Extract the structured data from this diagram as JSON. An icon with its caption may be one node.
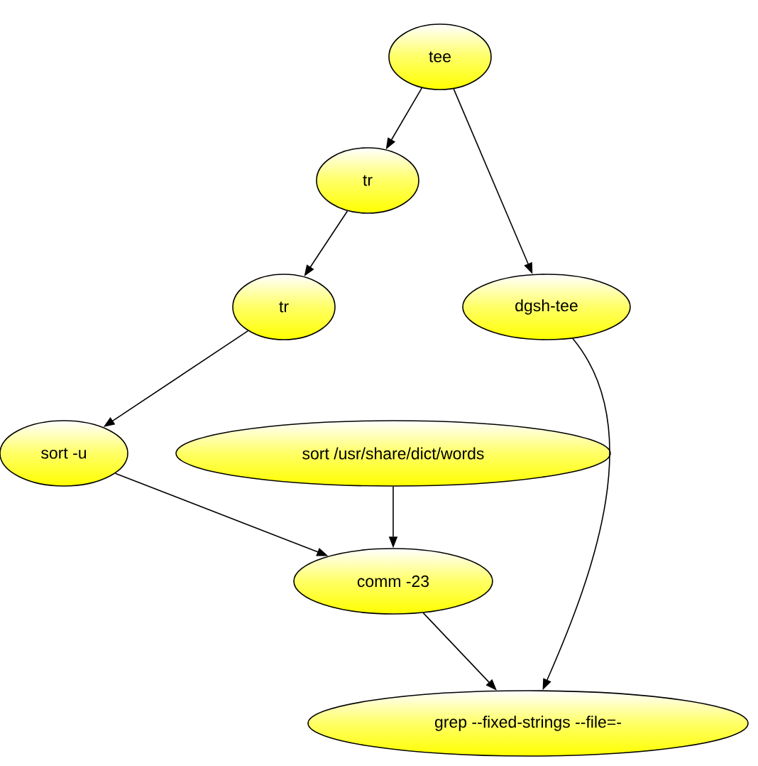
{
  "diagram": {
    "nodes": [
      {
        "text": [
          "tee"
        ]
      },
      {
        "text": [
          "tr"
        ]
      },
      {
        "text": [
          "tr"
        ]
      },
      {
        "text": [
          "dgsh-tee"
        ]
      },
      {
        "text": [
          "sort -u"
        ]
      },
      {
        "text": [
          "sort /usr/share/dict/words"
        ]
      },
      {
        "text": [
          "comm -23"
        ]
      },
      {
        "text": [
          "grep --fixed-strings --file=-"
        ]
      }
    ],
    "edges": [
      {
        "from": 0,
        "to": 1,
        "arrow": "to"
      },
      {
        "from": 1,
        "to": 2,
        "arrow": "to"
      },
      {
        "from": 0,
        "to": 3,
        "arrow": "to"
      },
      {
        "from": 2,
        "to": 4,
        "arrow": "to"
      },
      {
        "from": 4,
        "to": 6,
        "arrow": "to"
      },
      {
        "from": 5,
        "to": 6,
        "arrow": "to"
      },
      {
        "from": 6,
        "to": 7,
        "arrow": "to"
      },
      {
        "from": 3,
        "to": 7,
        "arrow": "to"
      }
    ]
  }
}
